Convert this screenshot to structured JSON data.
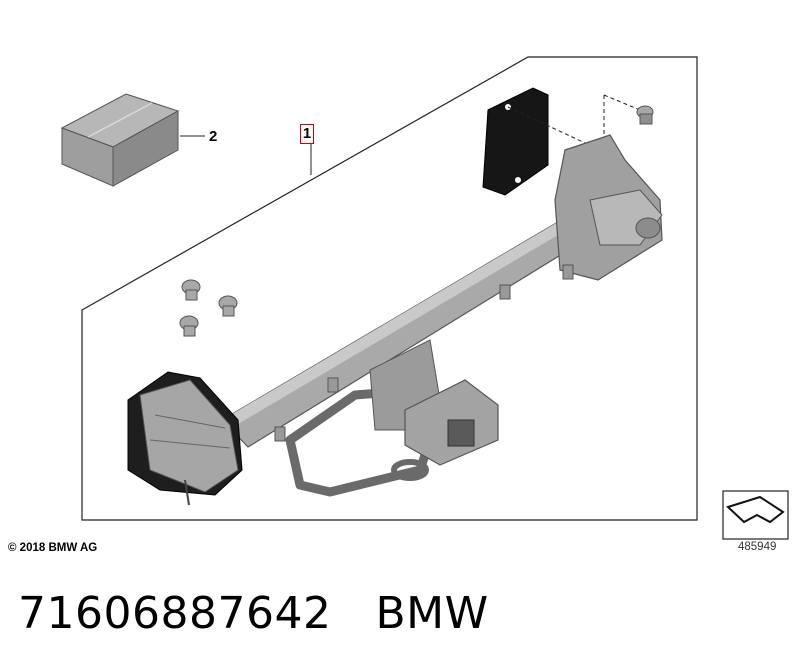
{
  "diagram": {
    "callouts": {
      "item_1": "1",
      "item_2": "2"
    },
    "copyright": "© 2018 BMW AG",
    "diagram_number": "485949",
    "icons": [
      "trailer-hitch-assembly-illustration",
      "parts-box-icon",
      "bolt-icon",
      "nut-icon",
      "gasket-plate-icon",
      "view-arrow-icon"
    ]
  },
  "footer": {
    "part_number": "71606887642",
    "brand": "BMW"
  }
}
